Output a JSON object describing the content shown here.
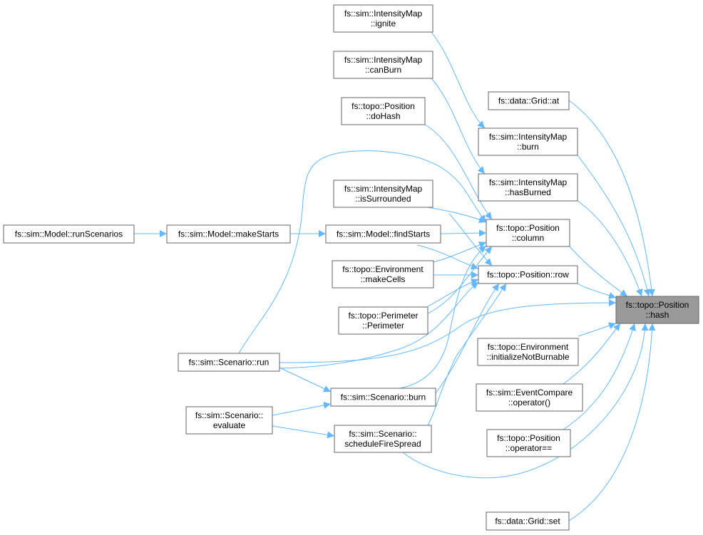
{
  "nodes": [
    {
      "id": "runScenarios",
      "lines": [
        "fs::sim::Model::runScenarios"
      ]
    },
    {
      "id": "makeStarts",
      "lines": [
        "fs::sim::Model::makeStarts"
      ]
    },
    {
      "id": "findStarts",
      "lines": [
        "fs::sim::Model::findStarts"
      ]
    },
    {
      "id": "ignite",
      "lines": [
        "fs::sim::IntensityMap",
        "::ignite"
      ]
    },
    {
      "id": "canBurn",
      "lines": [
        "fs::sim::IntensityMap",
        "::canBurn"
      ]
    },
    {
      "id": "doHash",
      "lines": [
        "fs::topo::Position",
        "::doHash"
      ]
    },
    {
      "id": "isSurrounded",
      "lines": [
        "fs::sim::IntensityMap",
        "::isSurrounded"
      ]
    },
    {
      "id": "makeCells",
      "lines": [
        "fs::topo::Environment",
        "::makeCells"
      ]
    },
    {
      "id": "perimeter",
      "lines": [
        "fs::topo::Perimeter",
        "::Perimeter"
      ]
    },
    {
      "id": "scenarioRun",
      "lines": [
        "fs::sim::Scenario::run"
      ]
    },
    {
      "id": "scenarioBurn",
      "lines": [
        "fs::sim::Scenario::burn"
      ]
    },
    {
      "id": "evaluate",
      "lines": [
        "fs::sim::Scenario::",
        "evaluate"
      ]
    },
    {
      "id": "scheduleFireSpread",
      "lines": [
        "fs::sim::Scenario::",
        "scheduleFireSpread"
      ]
    },
    {
      "id": "gridAt",
      "lines": [
        "fs::data::Grid::at"
      ]
    },
    {
      "id": "mapBurn",
      "lines": [
        "fs::sim::IntensityMap",
        "::burn"
      ]
    },
    {
      "id": "hasBurned",
      "lines": [
        "fs::sim::IntensityMap",
        "::hasBurned"
      ]
    },
    {
      "id": "column",
      "lines": [
        "fs::topo::Position",
        "::column"
      ]
    },
    {
      "id": "row",
      "lines": [
        "fs::topo::Position::row"
      ]
    },
    {
      "id": "initNotBurnable",
      "lines": [
        "fs::topo::Environment",
        "::initializeNotBurnable"
      ]
    },
    {
      "id": "eventCompare",
      "lines": [
        "fs::sim::EventCompare",
        "::operator()"
      ]
    },
    {
      "id": "operatorEq",
      "lines": [
        "fs::topo::Position",
        "::operator=="
      ]
    },
    {
      "id": "gridSet",
      "lines": [
        "fs::data::Grid::set"
      ]
    },
    {
      "id": "hash",
      "lines": [
        "fs::topo::Position",
        "::hash"
      ],
      "focus": true
    }
  ],
  "edges": [
    [
      "makeStarts",
      "runScenarios"
    ],
    [
      "findStarts",
      "makeStarts"
    ],
    [
      "column",
      "findStarts"
    ],
    [
      "row",
      "findStarts"
    ],
    [
      "column",
      "scenarioRun"
    ],
    [
      "row",
      "scenarioRun"
    ],
    [
      "hash",
      "scenarioRun"
    ],
    [
      "column",
      "scenarioBurn"
    ],
    [
      "row",
      "scenarioBurn"
    ],
    [
      "scenarioBurn",
      "scenarioRun"
    ],
    [
      "scenarioBurn",
      "evaluate"
    ],
    [
      "scheduleFireSpread",
      "evaluate"
    ],
    [
      "row",
      "scheduleFireSpread"
    ],
    [
      "hash",
      "scheduleFireSpread"
    ],
    [
      "mapBurn",
      "ignite"
    ],
    [
      "hasBurned",
      "canBurn"
    ],
    [
      "column",
      "doHash"
    ],
    [
      "column",
      "isSurrounded"
    ],
    [
      "row",
      "isSurrounded"
    ],
    [
      "column",
      "makeCells"
    ],
    [
      "row",
      "makeCells"
    ],
    [
      "column",
      "perimeter"
    ],
    [
      "row",
      "perimeter"
    ],
    [
      "hash",
      "gridAt"
    ],
    [
      "hash",
      "mapBurn"
    ],
    [
      "hash",
      "hasBurned"
    ],
    [
      "hash",
      "column"
    ],
    [
      "hash",
      "row"
    ],
    [
      "hash",
      "initNotBurnable"
    ],
    [
      "hash",
      "eventCompare"
    ],
    [
      "hash",
      "operatorEq"
    ],
    [
      "hash",
      "gridSet"
    ]
  ],
  "colors": {
    "edge": "#63b8ff",
    "node_border": "#666666",
    "focus_fill": "#999999"
  }
}
